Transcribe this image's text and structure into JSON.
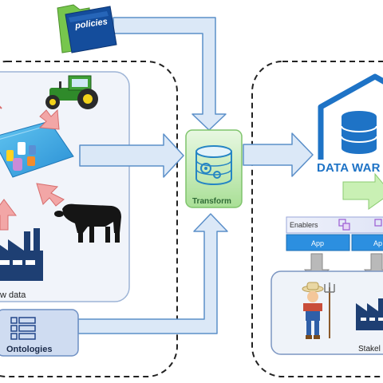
{
  "labels": {
    "policies": "policies",
    "raw_data": "w data",
    "ontologies": "Ontologies",
    "transform": "Transform",
    "data_warehouse": "DATA WAR",
    "enablers": "Enablers",
    "app_1": "App",
    "app_2": "Ap",
    "stakeholders": "Stakel"
  },
  "icons": [
    "folder-icon",
    "tractor-icon",
    "platform-icon",
    "cow-icon",
    "factory-icon",
    "ontology-icon",
    "transform-database-icon",
    "warehouse-house-icon",
    "farmer-icon",
    "stakeholder-factory-icon"
  ],
  "colors": {
    "arrow_fill": "#dbe8f7",
    "arrow_stroke": "#5b8fc9",
    "red_arrow": "#f2a6a6",
    "green_arrow": "#c9f0b4",
    "warehouse_blue": "#1e73c6",
    "transform_green": "#b9e6a9",
    "app_blue": "#2c8fe0"
  }
}
